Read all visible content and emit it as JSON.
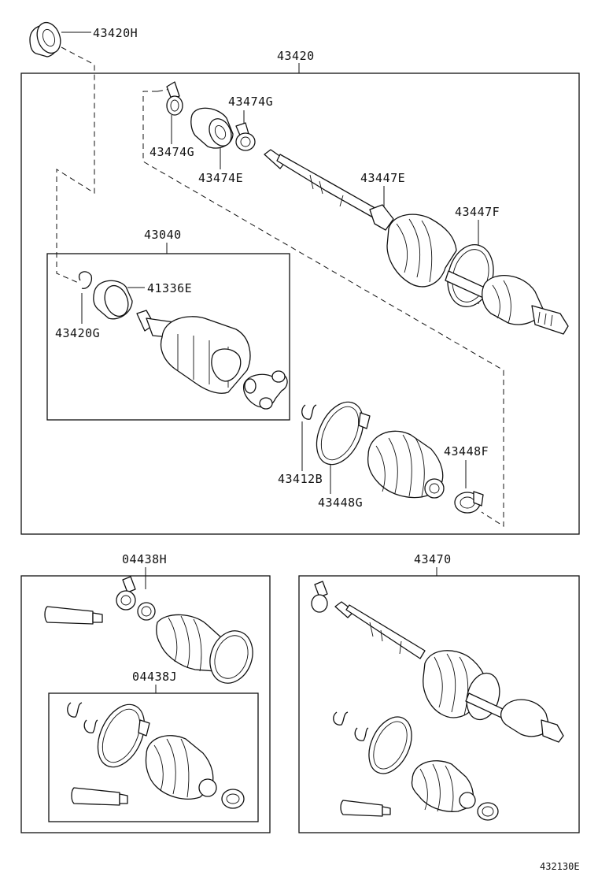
{
  "labels": {
    "p43420H": "43420H",
    "p43420": "43420",
    "p43474G_a": "43474G",
    "p43474G_b": "43474G",
    "p43474E": "43474E",
    "p43447E": "43447E",
    "p43447F": "43447F",
    "p43040": "43040",
    "p41336E": "41336E",
    "p43420G": "43420G",
    "p43412B": "43412B",
    "p43448F": "43448F",
    "p43448G": "43448G",
    "p04438H": "04438H",
    "p04438J": "04438J",
    "p43470": "43470",
    "figure_code": "432130E"
  }
}
